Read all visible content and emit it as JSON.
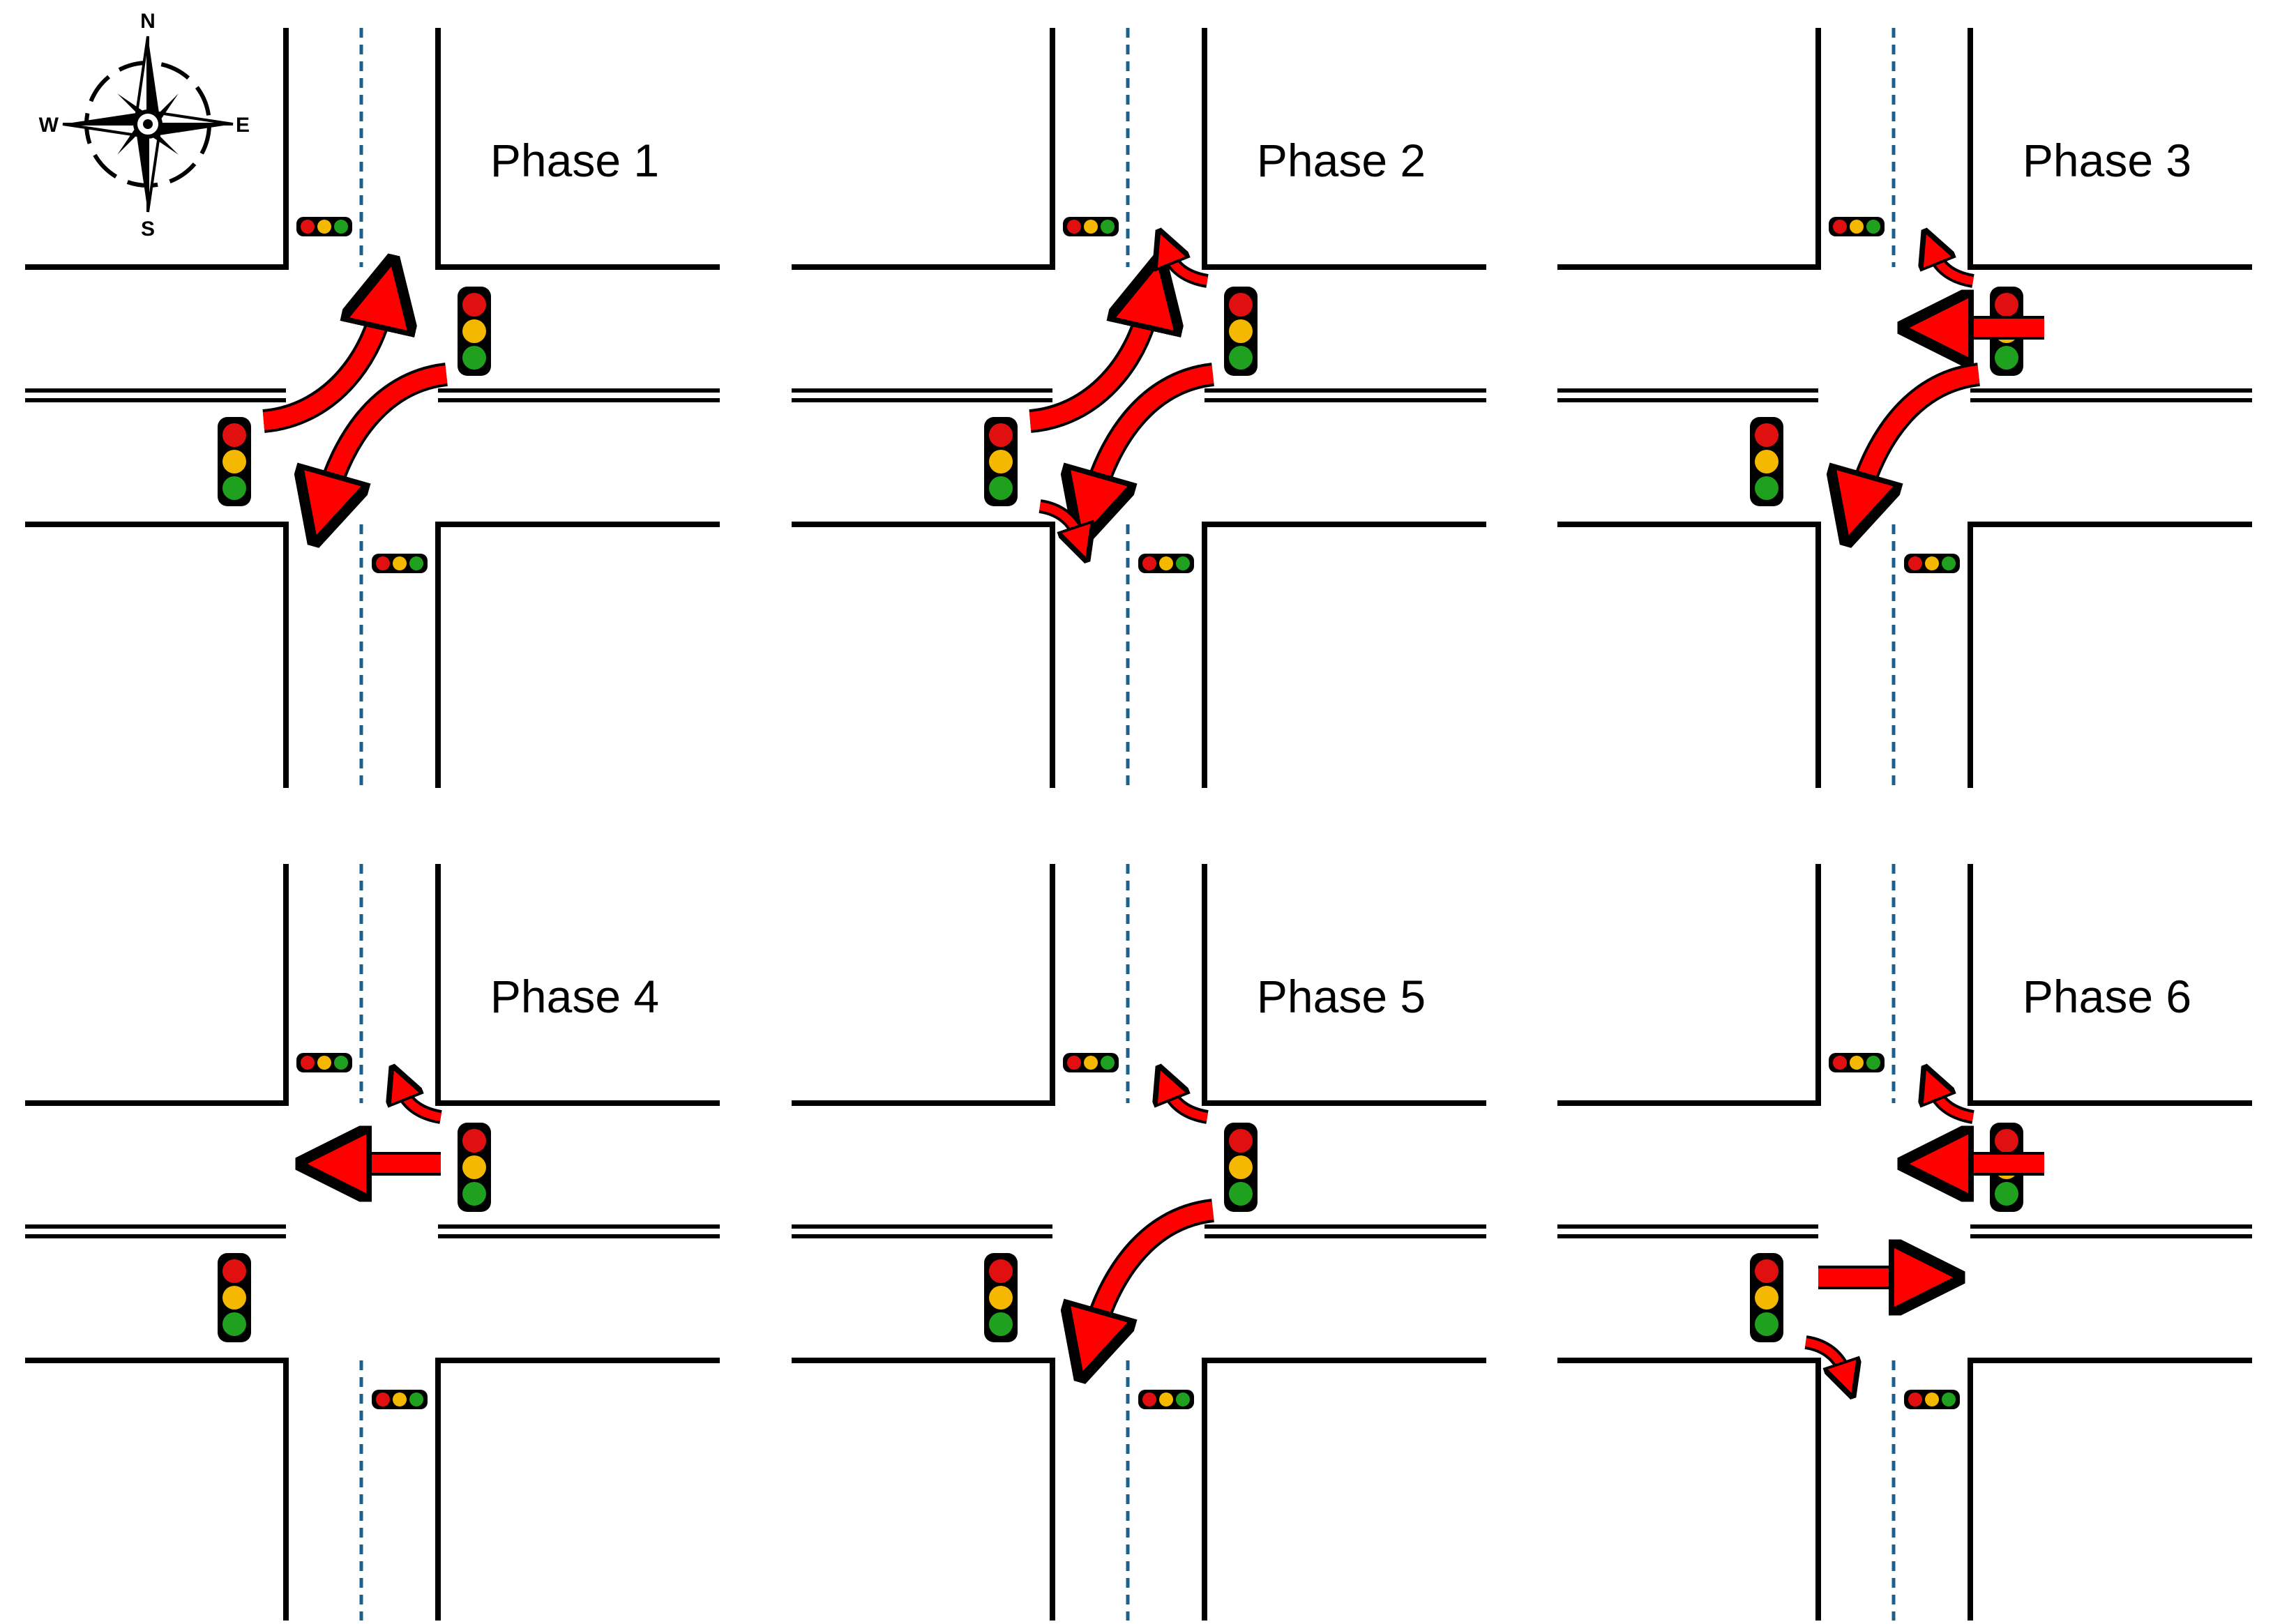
{
  "compass": {
    "north": "N",
    "south": "S",
    "east": "E",
    "west": "W"
  },
  "colors": {
    "road_edge": "#000000",
    "lane_divider": "#1f5f8b",
    "arrow_fill": "#ff0000",
    "arrow_outline": "#000000",
    "signal_red": "#e01010",
    "signal_yellow": "#f5b800",
    "signal_green": "#1fa01f"
  },
  "phases": [
    {
      "label": "Phase 1",
      "movements": [
        "west-approach-left-turn",
        "east-approach-left-turn"
      ]
    },
    {
      "label": "Phase 2",
      "movements": [
        "west-approach-left-turn",
        "east-approach-left-turn",
        "east-approach-right-turn",
        "west-approach-right-turn"
      ]
    },
    {
      "label": "Phase 3",
      "movements": [
        "east-approach-through",
        "east-approach-left-turn",
        "east-approach-right-turn"
      ]
    },
    {
      "label": "Phase 4",
      "movements": [
        "east-approach-through",
        "east-approach-right-turn"
      ]
    },
    {
      "label": "Phase 5",
      "movements": [
        "east-approach-left-turn",
        "east-approach-right-turn"
      ]
    },
    {
      "label": "Phase 6",
      "movements": [
        "east-approach-through",
        "east-approach-right-turn",
        "west-approach-through",
        "west-approach-right-turn"
      ]
    }
  ]
}
